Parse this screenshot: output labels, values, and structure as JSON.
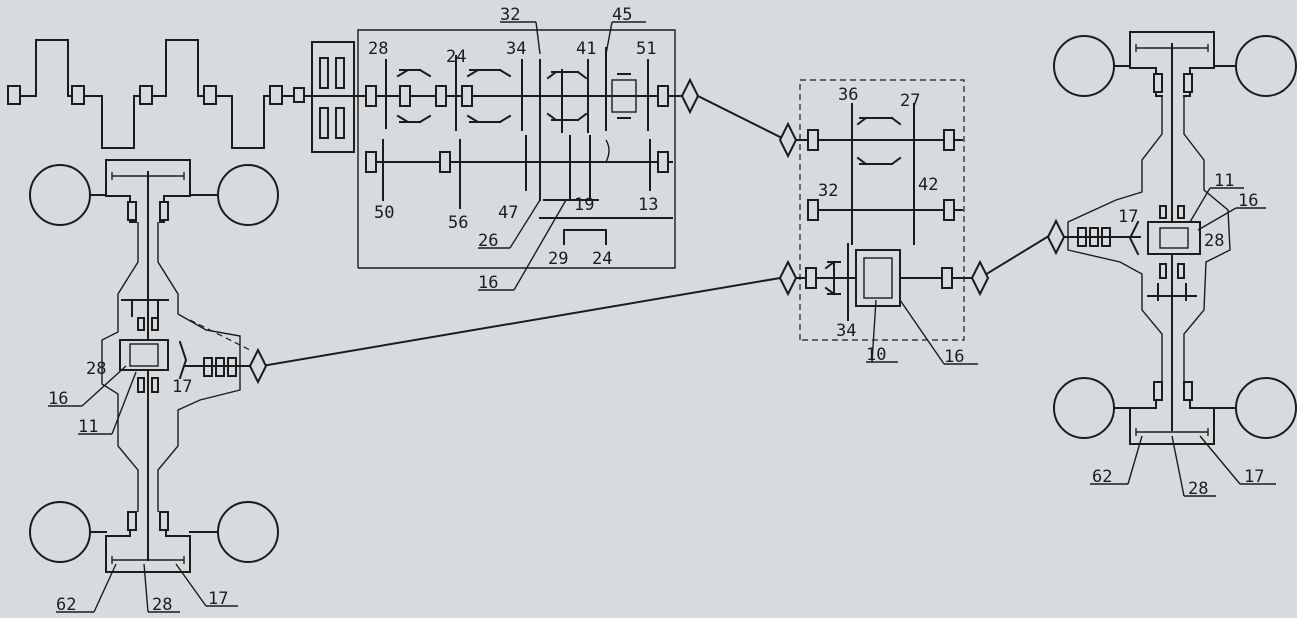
{
  "labels": {
    "t_32": "32",
    "t_45": "45",
    "t_28": "28",
    "t_24": "24",
    "t_34": "34",
    "t_41": "41",
    "t_51": "51",
    "t_50": "50",
    "t_56": "56",
    "t_47": "47",
    "t_26": "26",
    "t_19": "19",
    "t_13": "13",
    "t_16": "16",
    "t_29": "29",
    "t_24b": "24",
    "c_36": "36",
    "c_27": "27",
    "c_32": "32",
    "c_42": "42",
    "c_34": "34",
    "c_10": "10",
    "c_16": "16",
    "l_28": "28",
    "l_16": "16",
    "l_17": "17",
    "l_11": "11",
    "l_62": "62",
    "l_28b": "28",
    "l_17b": "17",
    "r_11": "11",
    "r_16": "16",
    "r_17": "17",
    "r_28": "28",
    "r_62": "62",
    "r_28b": "28",
    "r_17b": "17"
  }
}
